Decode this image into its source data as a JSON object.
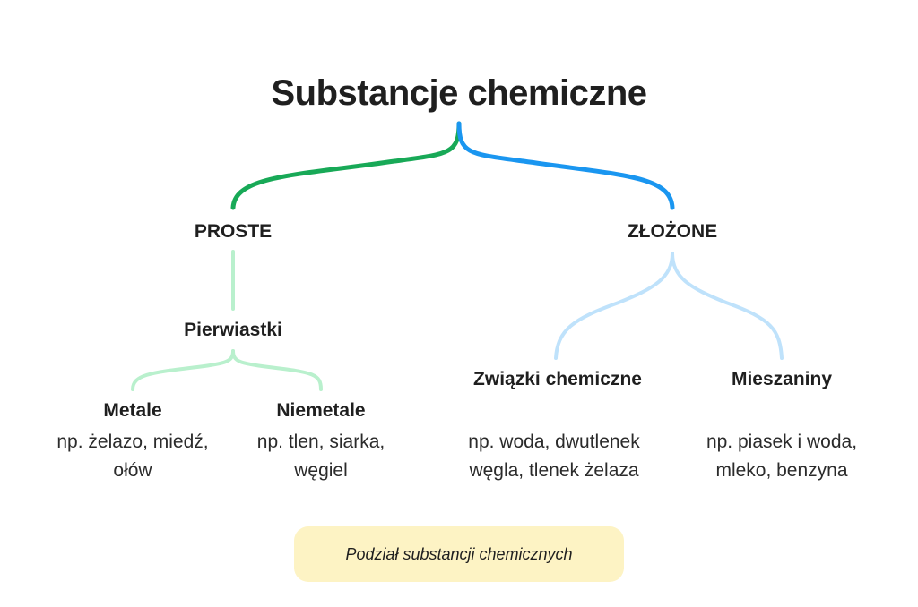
{
  "title": "Substancje chemiczne",
  "colors": {
    "green_dark": "#18a957",
    "blue_dark": "#1a96f0",
    "green_light": "#b9f0cd",
    "blue_light": "#bfe2fb",
    "caption_bg": "#fdf3c4"
  },
  "branches": {
    "proste": {
      "label": "PROSTE",
      "child": {
        "label": "Pierwiastki",
        "children": [
          {
            "label": "Metale",
            "example_lines": [
              "np. żelazo, miedź,",
              "ołów"
            ]
          },
          {
            "label": "Niemetale",
            "example_lines": [
              "np. tlen, siarka,",
              "węgiel"
            ]
          }
        ]
      }
    },
    "zlozone": {
      "label": "ZŁOŻONE",
      "children": [
        {
          "label": "Związki chemiczne",
          "example_lines": [
            "np. woda, dwutlenek",
            "węgla, tlenek żelaza"
          ]
        },
        {
          "label": "Mieszaniny",
          "example_lines": [
            "np. piasek i woda,",
            "mleko, benzyna"
          ]
        }
      ]
    }
  },
  "caption": "Podział substancji chemicznych"
}
